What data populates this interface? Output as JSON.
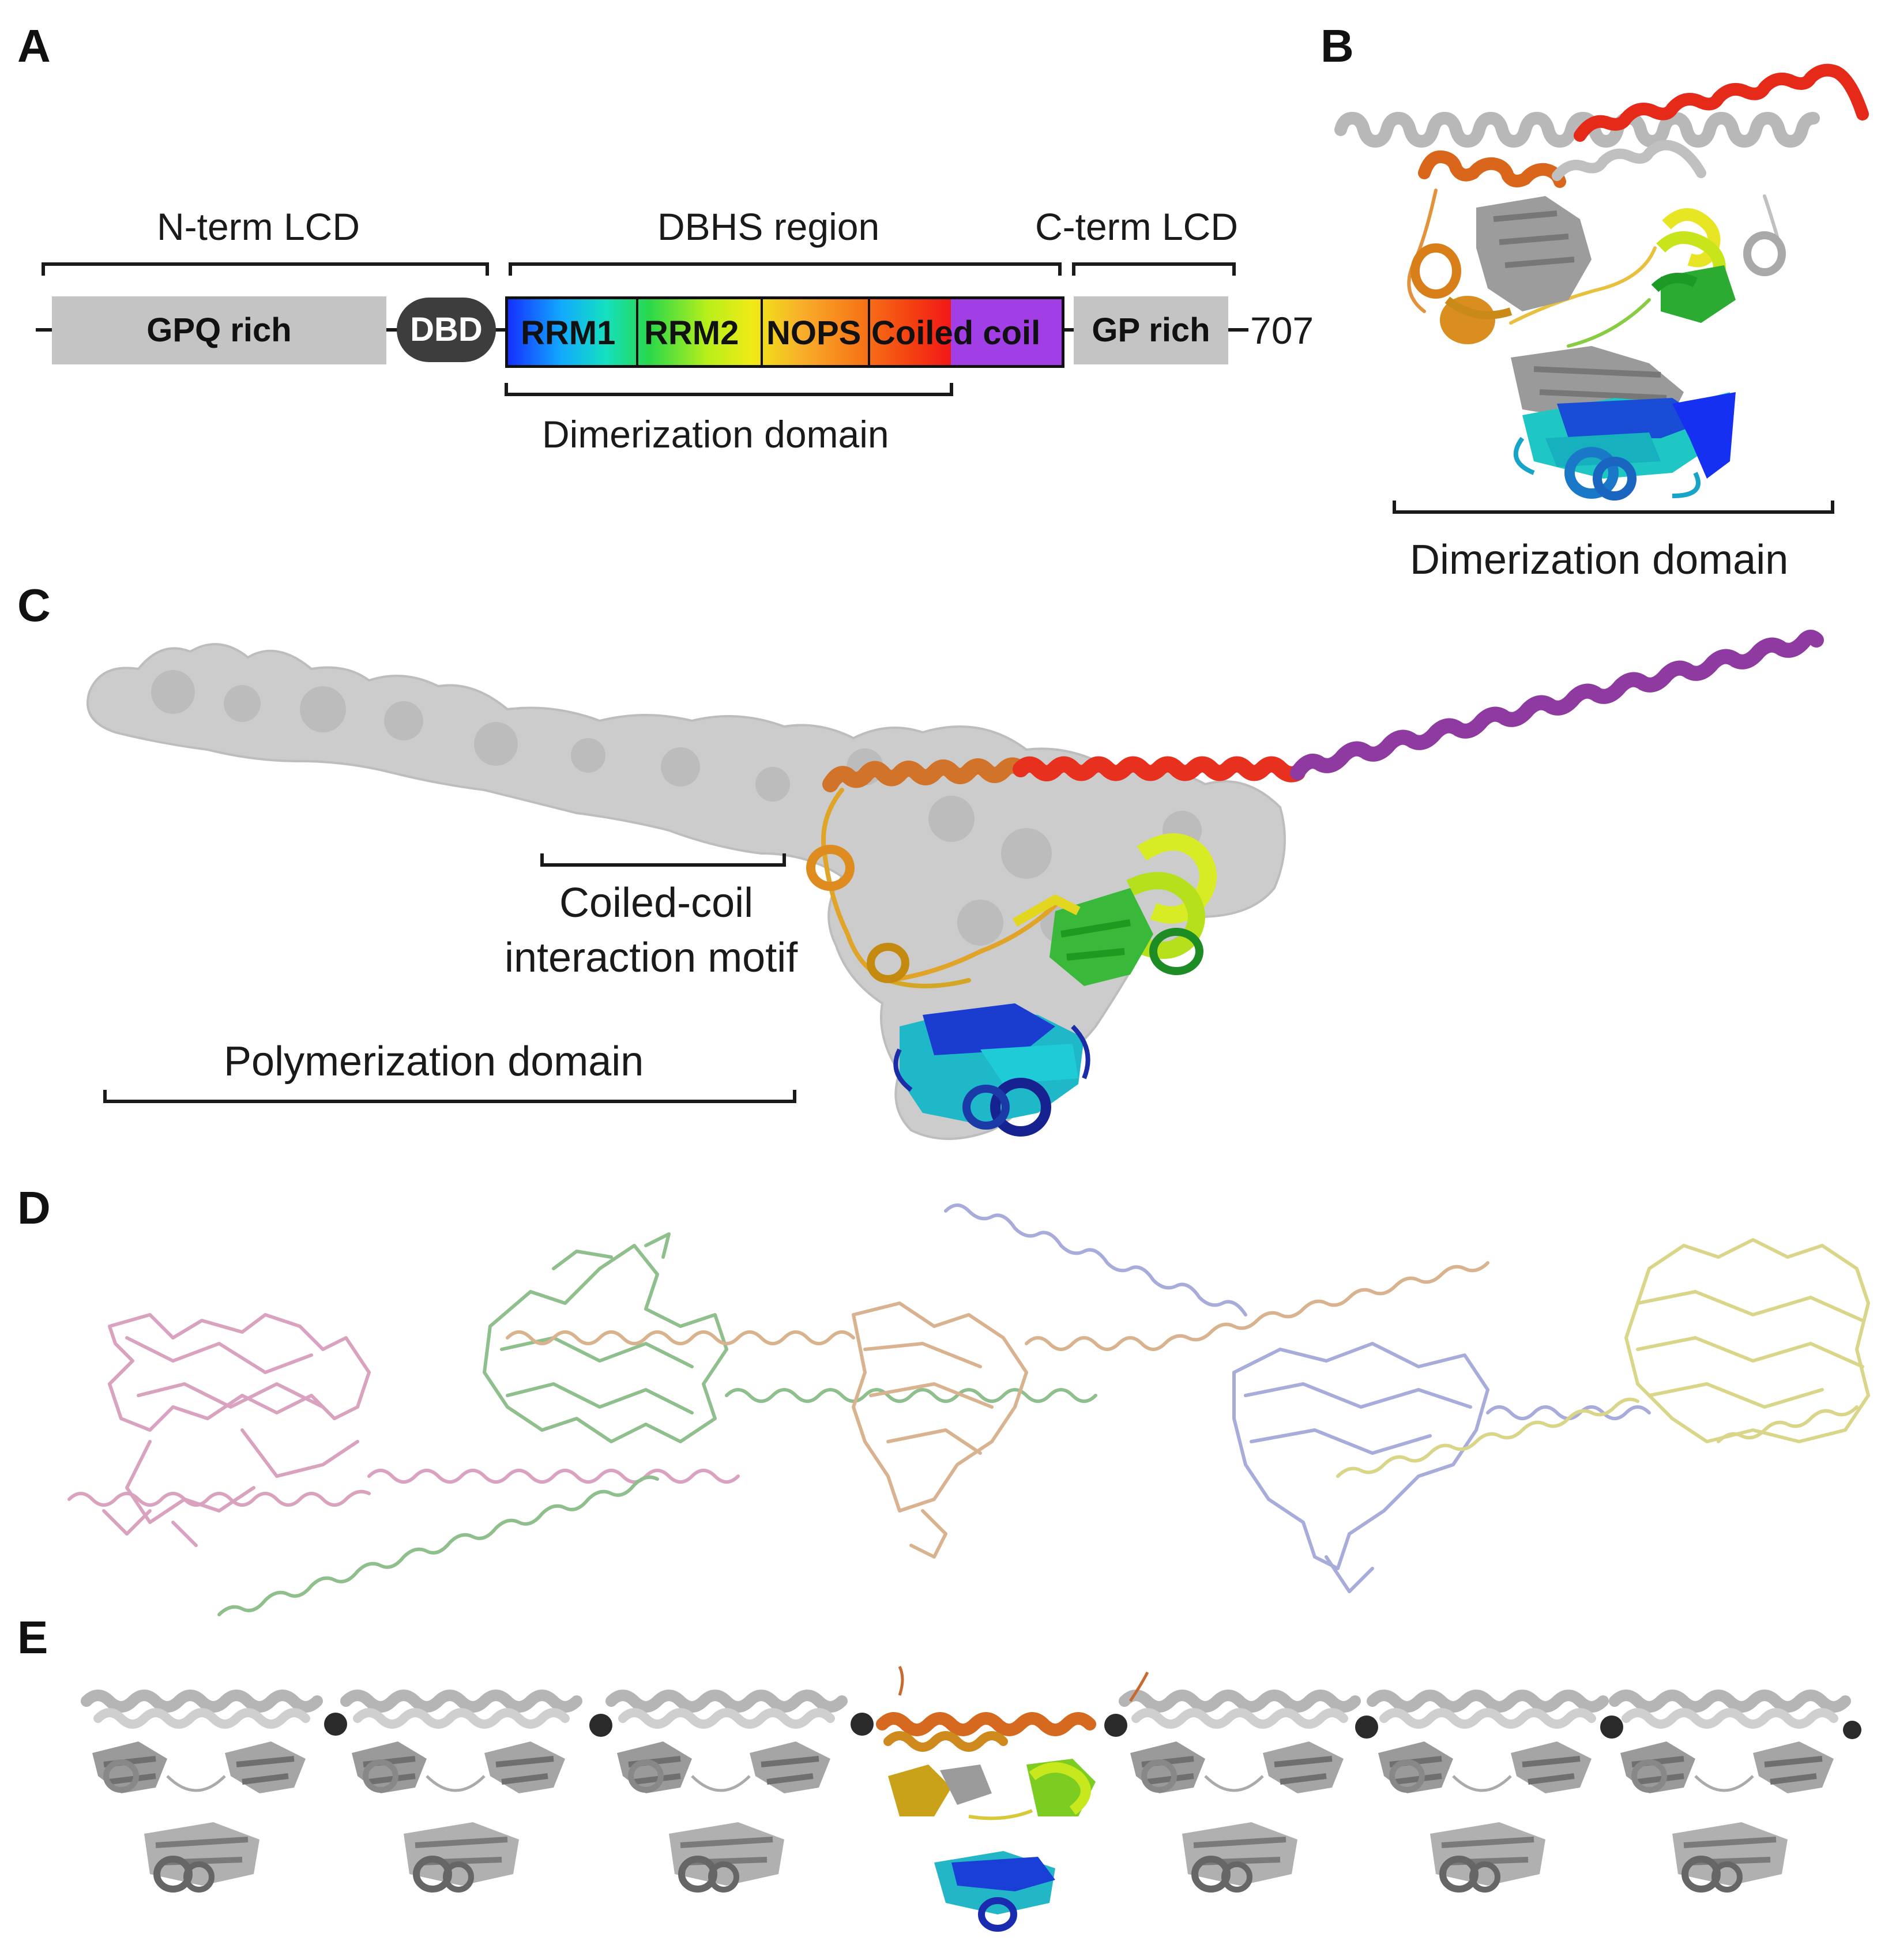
{
  "panels": {
    "a": "A",
    "b": "B",
    "c": "C",
    "d": "D",
    "e": "E"
  },
  "panel_a": {
    "top_labels": {
      "n_term": "N-term LCD",
      "dbhs": "DBHS region",
      "c_term": "C-term LCD"
    },
    "domains": {
      "gpq": "GPQ rich",
      "dbd": "DBD",
      "rrm1": "RRM1",
      "rrm2": "RRM2",
      "nops": "NOPS",
      "coiled_coil": "Coiled coil",
      "gp": "GP rich"
    },
    "end_number": "707",
    "bottom_label": "Dimerization domain",
    "colors": {
      "lcd_gray": "#c4c4c4",
      "dbd_dark": "#3d3d3d",
      "coil_purple": "#a23ee6"
    }
  },
  "panel_b": {
    "label": "Dimerization domain"
  },
  "panel_c": {
    "motif_label_line1": "Coiled-coil",
    "motif_label_line2": "interaction motif",
    "poly_label": "Polymerization domain"
  },
  "panel_d": {
    "chain_colors": [
      "#d9a3c0",
      "#8fbf8c",
      "#d9b38f",
      "#a7acdb",
      "#d9d68a"
    ]
  },
  "panel_e": {
    "highlight_colors": [
      "#d1681c",
      "#c9a21a",
      "#a6dc1c",
      "#1a3fd6",
      "#22b6c6"
    ]
  }
}
